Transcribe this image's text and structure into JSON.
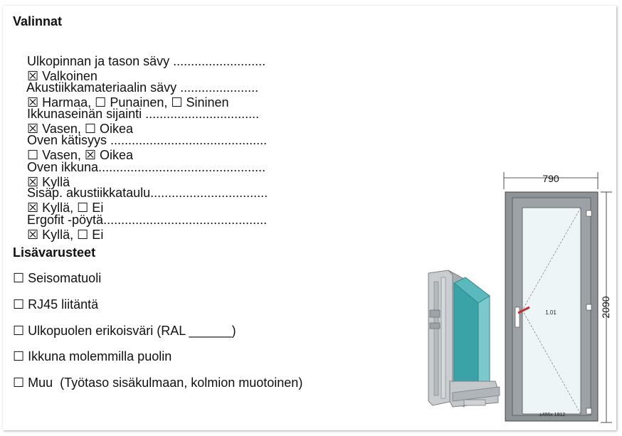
{
  "sections": {
    "valinnat_title": "Valinnat",
    "lisavarusteet_title": "Lisävarusteet"
  },
  "options": [
    {
      "label": "Ulkopinnan ja tason sävy ..........................",
      "value": "☒ Valkoinen"
    },
    {
      "label": "Akustiikkamateriaalin sävy ......................",
      "value": "☒ Harmaa, ☐ Punainen, ☐ Sininen"
    },
    {
      "label": "Ikkunaseinän sijainti ................................",
      "value": "☒ Vasen, ☐ Oikea"
    },
    {
      "label": "Oven kätisyys ............................................",
      "value": "☐ Vasen, ☒ Oikea"
    },
    {
      "label": "Oven ikkuna...............................................",
      "value": "☒ Kyllä"
    },
    {
      "label": "Sisäp. akustiikkataulu.................................",
      "value": "☒ Kyllä, ☐ Ei"
    },
    {
      "label": "Ergofit -pöytä..............................................",
      "value": "☒ Kyllä, ☐ Ei"
    }
  ],
  "accessories": [
    "☐ Seisomatuoli",
    "☐ RJ45 liitäntä",
    "☐ Ulkopuolen erikoisväri (RAL ______)",
    "☐ Ikkuna molemmilla puolin",
    "☐ Muu  (Työtaso sisäkulmaan, kolmion muotoinen)"
  ],
  "drawing": {
    "width_label": "790",
    "height_label": "2090",
    "center_label": "1.01",
    "bottom_label": "±486x 1812"
  },
  "colors": {
    "frame": "#8e9397",
    "glass": "#eef5f6",
    "profile_glass": "#3aa3a8"
  }
}
